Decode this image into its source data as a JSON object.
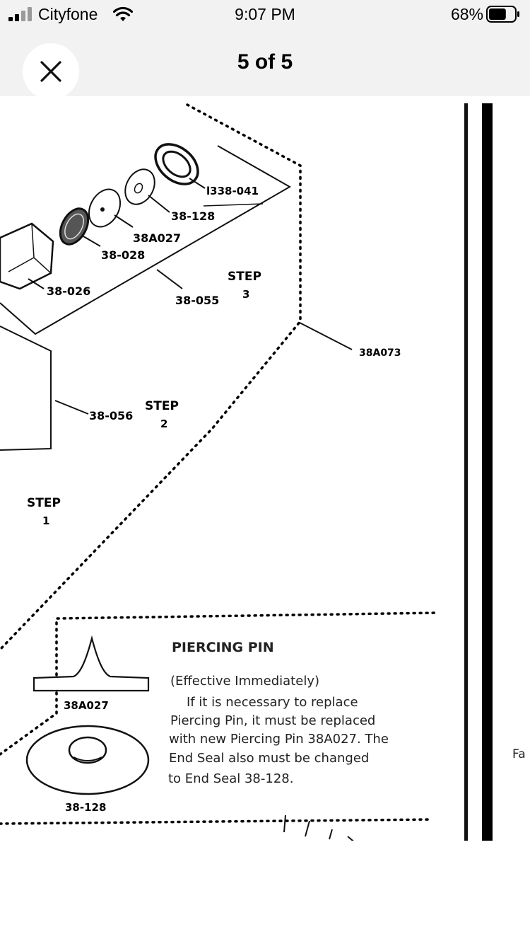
{
  "status_bar": {
    "carrier": "Cityfone",
    "time": "9:07 PM",
    "battery_percent": "68%",
    "battery_level": 0.68
  },
  "header": {
    "title": "5 of 5",
    "close_icon": "close-icon"
  },
  "document": {
    "parts": {
      "p1": "l338-041",
      "p2": "38-128",
      "p3": "38A027",
      "p4": "38-028",
      "p5": "38-026",
      "p6": "38-055",
      "p7": "38A073",
      "p8": "38-056"
    },
    "steps": {
      "step3_word": "STEP",
      "step3_num": "3",
      "step2_word": "STEP",
      "step2_num": "2",
      "step1_word": "STEP",
      "step1_num": "1"
    },
    "note": {
      "heading": "PIERCING PIN",
      "subheading": "(Effective Immediately)",
      "line1": "If it is necessary to replace",
      "line2": "Piercing Pin, it must be replaced",
      "line3": "with new Piercing Pin 38A027. The",
      "line4": "End Seal also must be changed",
      "line5": "to End Seal 38-128.",
      "pin_label": "38A027",
      "seal_label": "38-128"
    },
    "edge_text": "Fa"
  }
}
